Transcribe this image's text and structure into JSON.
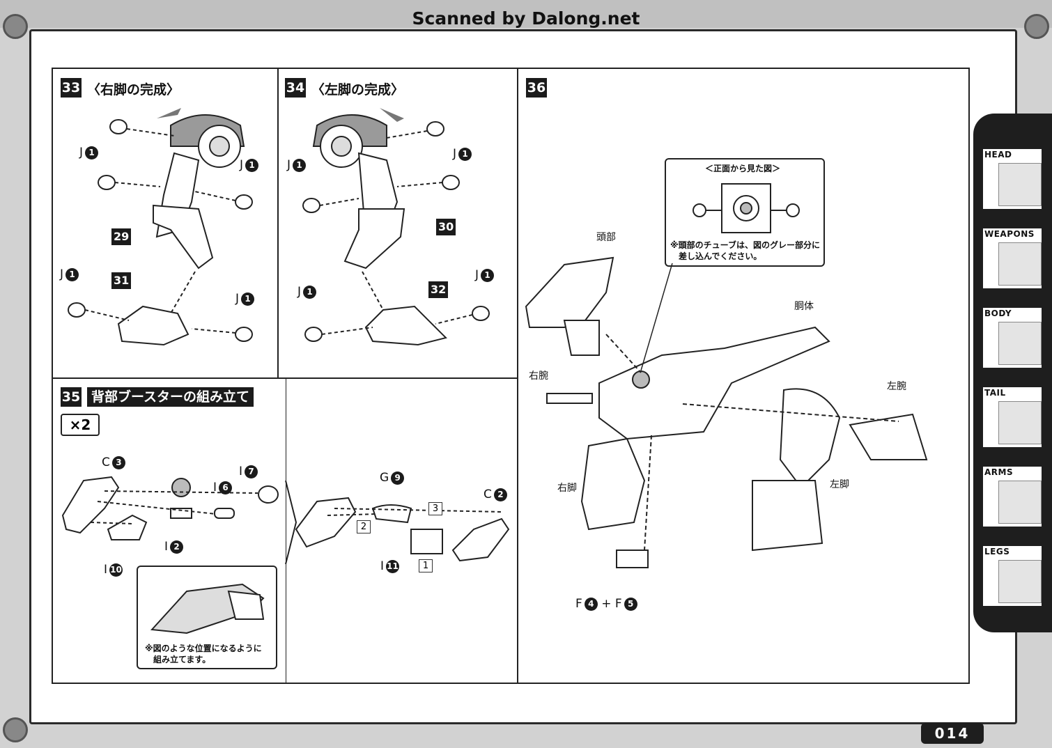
{
  "watermark": "Scanned by Dalong.net",
  "steps": {
    "s33": {
      "num": "33",
      "title": "〈右脚の完成〉",
      "part_badges": [
        "29",
        "31"
      ]
    },
    "s34": {
      "num": "34",
      "title": "〈左脚の完成〉",
      "part_badges": [
        "30",
        "32"
      ]
    },
    "s35": {
      "num": "35",
      "title": "背部ブースターの組み立て",
      "multiplier": "×2",
      "note_line1": "※図のような位置になるように",
      "note_line2": "組み立てます。"
    },
    "s36": {
      "num": "36",
      "front_view_title": "＜正面から見た図＞",
      "front_note_line1": "※頭部のチューブは、図のグレー部分に",
      "front_note_line2": "差し込んでください。",
      "labels": {
        "head": "頭部",
        "body": "胴体",
        "right_arm": "右腕",
        "left_arm": "左腕",
        "right_leg": "右脚",
        "left_leg": "左脚"
      }
    }
  },
  "parts": {
    "J": "J",
    "C": "C",
    "I": "I",
    "G": "G",
    "F": "F",
    "plus": "+",
    "n1": "1",
    "n2": "2",
    "n3": "3",
    "n4": "4",
    "n5": "5",
    "n6": "6",
    "n7": "7",
    "n9": "9",
    "n10": "10",
    "n11": "11"
  },
  "seq": {
    "b1": "1",
    "b2": "2",
    "b3": "3"
  },
  "sidebar": {
    "tabs": [
      {
        "label": "HEAD"
      },
      {
        "label": "WEAPONS"
      },
      {
        "label": "BODY"
      },
      {
        "label": "TAIL"
      },
      {
        "label": "ARMS"
      },
      {
        "label": "LEGS"
      }
    ]
  },
  "page_number": "014",
  "colors": {
    "ink": "#1b1b1b",
    "frame": "#d2d2d2",
    "paper": "#ffffff"
  }
}
